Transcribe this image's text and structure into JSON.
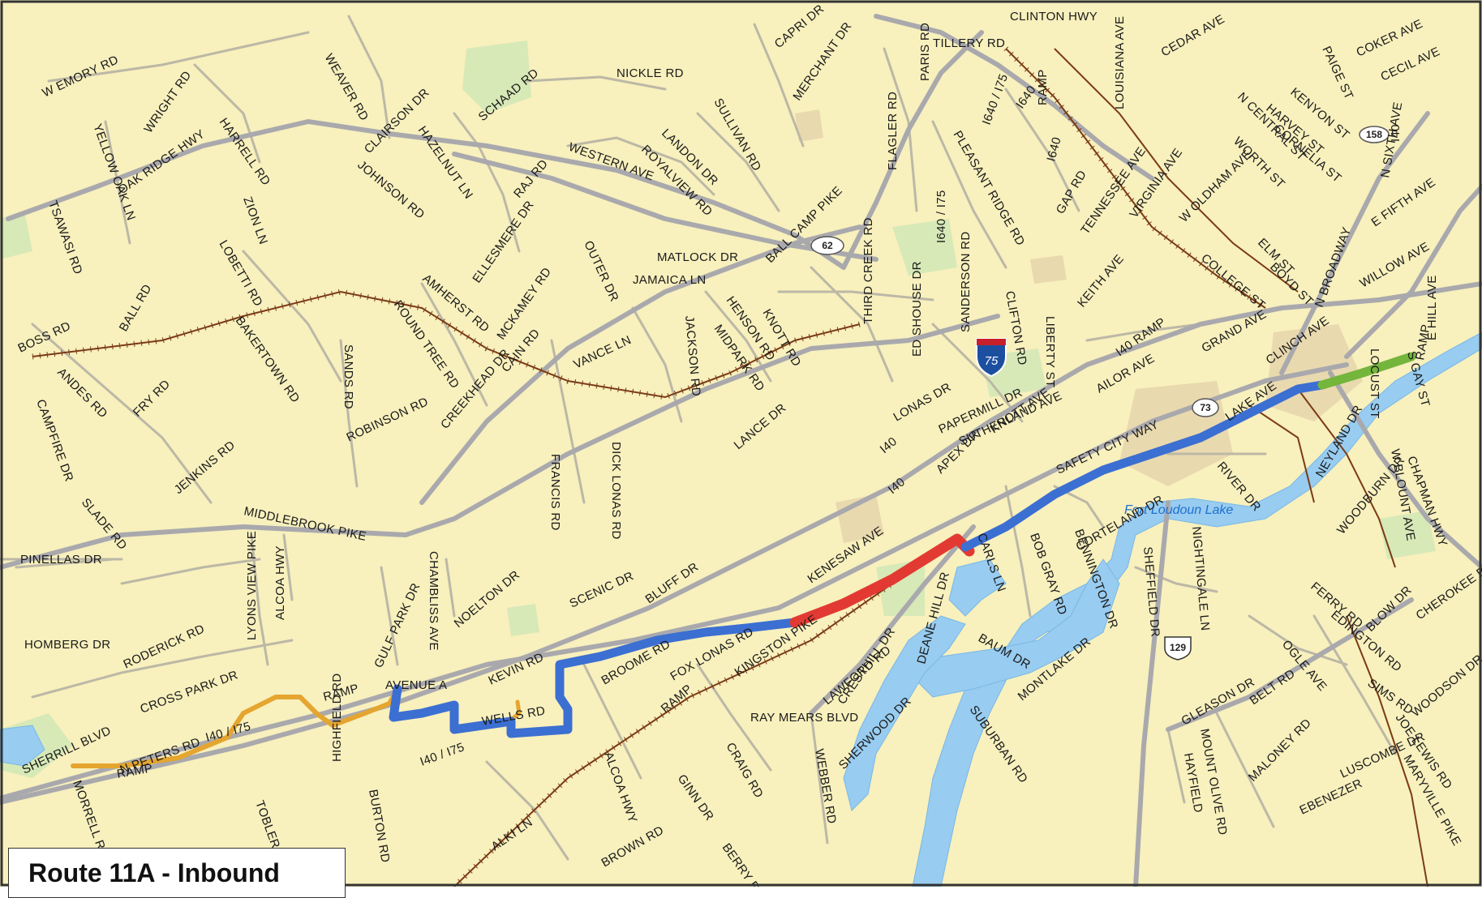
{
  "title": "Route 11A - Inbound",
  "colors": {
    "land": "#f8f0bd",
    "water": "#98ccf0",
    "park": "#d7e9b7",
    "urban": "#e9d9ae",
    "major_road": "#a9a9ad",
    "minor_road": "#bcb8a6",
    "railroad": "#7a3b16",
    "route_yellow": "#e5a52f",
    "route_blue": "#3c6fd2",
    "route_red": "#e23a32",
    "route_green": "#74b53c"
  },
  "water_labels": [
    "Fort Loudoun Lake"
  ],
  "shields": [
    {
      "type": "interstate",
      "number": "75"
    },
    {
      "type": "state",
      "number": "62"
    },
    {
      "type": "state",
      "number": "73"
    },
    {
      "type": "state",
      "number": "158"
    },
    {
      "type": "us",
      "number": "129"
    }
  ],
  "road_labels": [
    "W EMORY RD",
    "WRIGHT RD",
    "HARRELL RD",
    "WEAVER RD",
    "CLAIRSON DR",
    "SCHAAD RD",
    "NICKLE RD",
    "CAPRI DR",
    "MERCHANT DR",
    "TILLERY RD",
    "CLINTON HWY",
    "CEDAR AVE",
    "PAIGE ST",
    "COKER AVE",
    "CECIL AVE",
    "KENYON ST",
    "HARVEY ST",
    "CORNELIA ST",
    "YELLOW OAK LN",
    "OAK RIDGE HWY",
    "HAZELNUT LN",
    "JOHNSON RD",
    "RAJ RD",
    "WESTERN AVE",
    "LANDON DR",
    "ROYALVIEW RD",
    "SULLIVAN RD",
    "FLAGLER RD",
    "PARIS RD",
    "I640 / I75",
    "I640",
    "I640",
    "GAP RD",
    "LOUISIANA AVE",
    "RAMP",
    "N CENTRAL ST",
    "WORTH ST",
    "N SIXTH AVE",
    "I40",
    "TSAWASI RD",
    "ZION LN",
    "LOBETTI RD",
    "ELLESMERE DR",
    "OUTER DR",
    "BALL CAMP PIKE",
    "I640 / I75",
    "PLEASANT RIDGE RD",
    "TENNESSEE AVE",
    "VIRGINIA AVE",
    "W OLDHAM AVE",
    "E FIFTH AVE",
    "BALL RD",
    "AMHERST RD",
    "MCKAMEY RD",
    "MATLOCK DR",
    "JAMAICA LN",
    "ED SHOUSE DR",
    "SANDERSON RD",
    "CLIFTON RD",
    "KEITH AVE",
    "COLLEGE ST",
    "ELM ST",
    "BOYD ST",
    "N BROADWAY",
    "WILLOW AVE",
    "BOSS RD",
    "BAKERTOWN RD",
    "ROUND TREE RD",
    "CAIN RD",
    "VANCE LN",
    "HENSON RD",
    "KNOTT RD",
    "THIRD CREEK RD",
    "LIBERTY ST",
    "I40 RAMP",
    "GRAND AVE",
    "RAMP",
    "E HILL AVE",
    "ANDES RD",
    "CAMPFIRE DR",
    "FRY RD",
    "SANDS RD",
    "ROBINSON RD",
    "CREEKHEAD DR",
    "JACKSON RD",
    "MIDPARK RD",
    "PAPERMILL DR",
    "AILOR AVE",
    "CLINCH AVE",
    "LOCUST ST",
    "S GAY ST",
    "LONAS DR",
    "KNOTT AVE",
    "SAFETY CITY WAY",
    "LAKE AVE",
    "NEYLAND DR",
    "JENKINS RD",
    "DICK LONAS RD",
    "FRANCIS RD",
    "LANCE DR",
    "I40",
    "I40",
    "APEX DR",
    "SUTHERLAND AVE",
    "RIVER DR",
    "W BLOUNT AVE",
    "CHAPMAN HWY",
    "SLADE RD",
    "MIDDLEBROOK PIKE",
    "PINELLAS DR",
    "CHAMBLISS AVE",
    "NOELTON DR",
    "SCENIC DR",
    "BLUFF DR",
    "KENESAW AVE",
    "CARLS LN",
    "BOB GRAY RD",
    "CORTELAND DR",
    "BENNINGTON DR",
    "SHEFFIELD DR",
    "NIGHTINGALE LN",
    "WOODBURN DR",
    "HOMBERG DR",
    "LYONS VIEW PIKE",
    "ALCOA HWY",
    "GULF PARK DR",
    "RODERICK RD",
    "KEVIN RD",
    "BROOME RD",
    "FOX LONAS RD",
    "KINGSTON PIKE",
    "CRESTHILL DR",
    "DEANE HILL DR",
    "BAUM DR",
    "FERRY RD",
    "BLOW DR",
    "CHEROKEE BLVD",
    "EDINGTON RD",
    "OGLE AVE",
    "AVENUE A",
    "WELLS RD",
    "RAMP",
    "RAY MEARS BLVD",
    "LAWFORD RD",
    "SHERWOOD DR",
    "MONTLAKE DR",
    "WOODSON DR",
    "SIMS RD",
    "JOE LEWIS RD",
    "CROSS PARK DR",
    "I40 / I75",
    "SUBURBAN RD",
    "GLEASON DR",
    "MALONEY RD",
    "MARYVILLE PIKE",
    "SHERRILL BLVD",
    "RAMP",
    "RAMP",
    "I40 / I75",
    "N PETERS RD",
    "HIGHFIELD RD",
    "BURTON RD",
    "CRAIG RD",
    "WEBBER RD",
    "BELT RD",
    "MOUNT OLIVE RD",
    "HAYFIELD",
    "EBENEZER",
    "LUSCOMBE DR",
    "MORRELL RD",
    "TOBLER RD",
    "ALKI LN",
    "ALCOA HWY",
    "GINN DR",
    "BERRY RD",
    "BROWN RD"
  ]
}
